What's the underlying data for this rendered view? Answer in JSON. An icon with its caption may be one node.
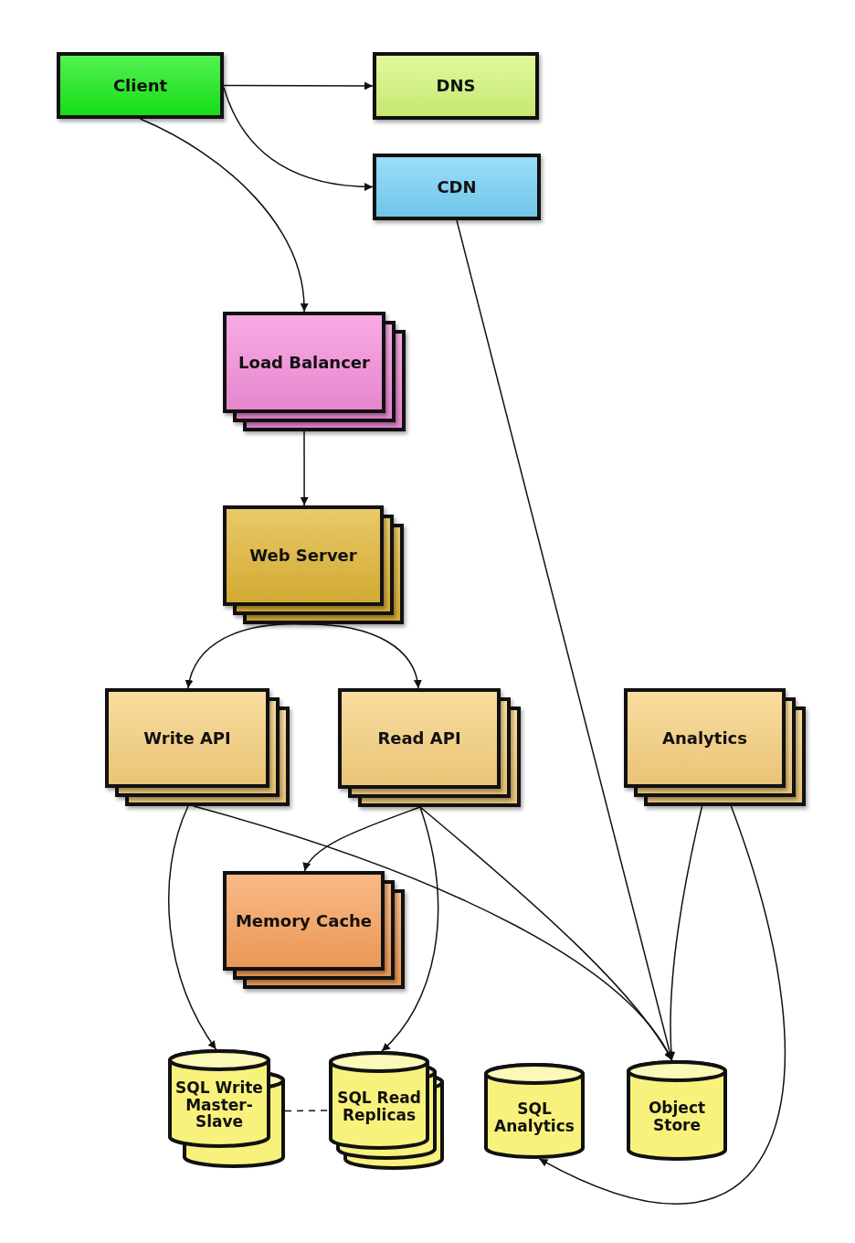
{
  "diagram": {
    "nodes": [
      {
        "text": [
          "Client"
        ]
      },
      {
        "text": [
          "DNS"
        ]
      },
      {
        "text": [
          "CDN"
        ]
      },
      {
        "text": [
          "Load Balancer"
        ]
      },
      {
        "text": [
          "Web Server"
        ]
      },
      {
        "text": [
          "Write API"
        ]
      },
      {
        "text": [
          "Read API"
        ]
      },
      {
        "text": [
          "Analytics"
        ]
      },
      {
        "text": [
          "Memory Cache"
        ]
      },
      {
        "text": [
          "SQL Write Master-Slave"
        ]
      },
      {
        "text": [
          "SQL Read Replicas"
        ]
      },
      {
        "text": [
          "SQL Analytics"
        ]
      },
      {
        "text": [
          "Object Store"
        ]
      }
    ],
    "edges": [
      {
        "from": 0,
        "to": 1,
        "arrow": "to"
      },
      {
        "from": 0,
        "to": 2,
        "arrow": "to"
      },
      {
        "from": 0,
        "to": 3,
        "arrow": "to"
      },
      {
        "from": 2,
        "to": 12,
        "arrow": "to"
      },
      {
        "from": 3,
        "to": 4,
        "arrow": "to"
      },
      {
        "from": 4,
        "to": 5,
        "arrow": "to"
      },
      {
        "from": 4,
        "to": 6,
        "arrow": "to"
      },
      {
        "from": 5,
        "to": 9,
        "arrow": "to"
      },
      {
        "from": 5,
        "to": 12,
        "arrow": "to"
      },
      {
        "from": 6,
        "to": 8,
        "arrow": "to"
      },
      {
        "from": 6,
        "to": 10,
        "arrow": "to"
      },
      {
        "from": 6,
        "to": 12,
        "arrow": "to"
      },
      {
        "from": 7,
        "to": 12,
        "arrow": "to"
      },
      {
        "from": 7,
        "to": 11,
        "arrow": "to"
      },
      {
        "from": 9,
        "to": 10,
        "arrow": "none",
        "style": "dashed"
      }
    ]
  }
}
